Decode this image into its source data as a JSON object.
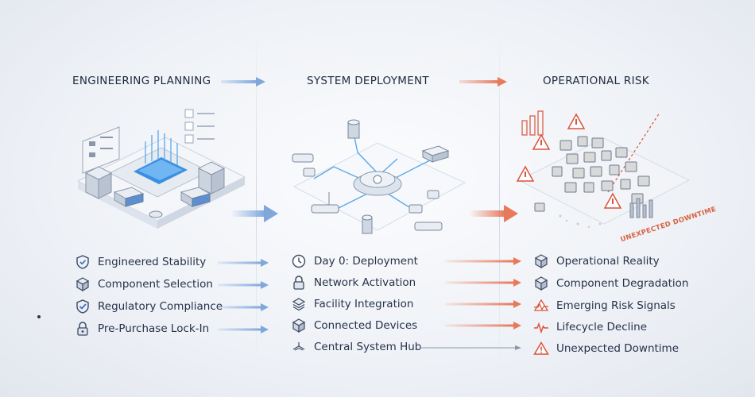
{
  "columns": [
    {
      "title": "ENGINEERING PLANNING",
      "items": [
        {
          "label": "Engineered Stability",
          "icon": "shield-check-icon"
        },
        {
          "label": "Component Selection",
          "icon": "cube-icon"
        },
        {
          "label": "Regulatory Compliance",
          "icon": "badge-check-icon"
        },
        {
          "label": "Pre-Purchase Lock-In",
          "icon": "lock-icon"
        }
      ]
    },
    {
      "title": "SYSTEM DEPLOYMENT",
      "items": [
        {
          "label": "Day 0: Deployment",
          "icon": "clock-icon"
        },
        {
          "label": "Network Activation",
          "icon": "lock-icon"
        },
        {
          "label": "Facility Integration",
          "icon": "layers-icon"
        },
        {
          "label": "Connected Devices",
          "icon": "cube-icon"
        },
        {
          "label": "Central System Hub",
          "icon": "hub-icon"
        }
      ]
    },
    {
      "title": "OPERATIONAL RISK",
      "items": [
        {
          "label": "Operational Reality",
          "icon": "cube-icon"
        },
        {
          "label": "Component Degradation",
          "icon": "cube-icon"
        },
        {
          "label": "Emerging Risk Signals",
          "icon": "pulse-warning-icon"
        },
        {
          "label": "Lifecycle Decline",
          "icon": "pulse-icon"
        },
        {
          "label": "Unexpected Downtime",
          "icon": "warning-icon"
        }
      ]
    }
  ],
  "annotations": {
    "downtime_label": "UNEXPECTED DOWNTIME"
  },
  "colors": {
    "blue_arrow": "#7fa7dc",
    "orange_arrow": "#e8795a",
    "accent_blue": "#3b8fe0",
    "warning_red": "#d9543a"
  }
}
